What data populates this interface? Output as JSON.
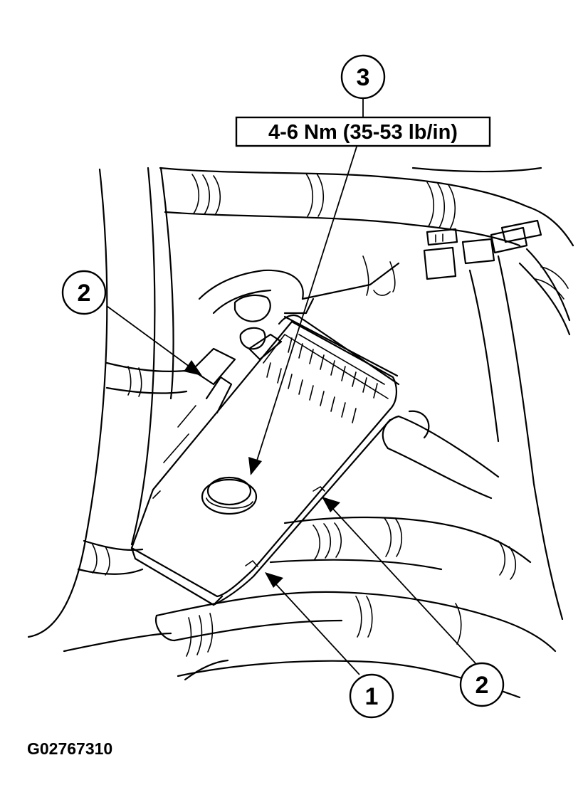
{
  "callouts": {
    "c1": "1",
    "c2_left": "2",
    "c2_right": "2",
    "c3": "3"
  },
  "torque_spec": "4-6 Nm (35-53 lb/in)",
  "figure_id": "G02767310"
}
